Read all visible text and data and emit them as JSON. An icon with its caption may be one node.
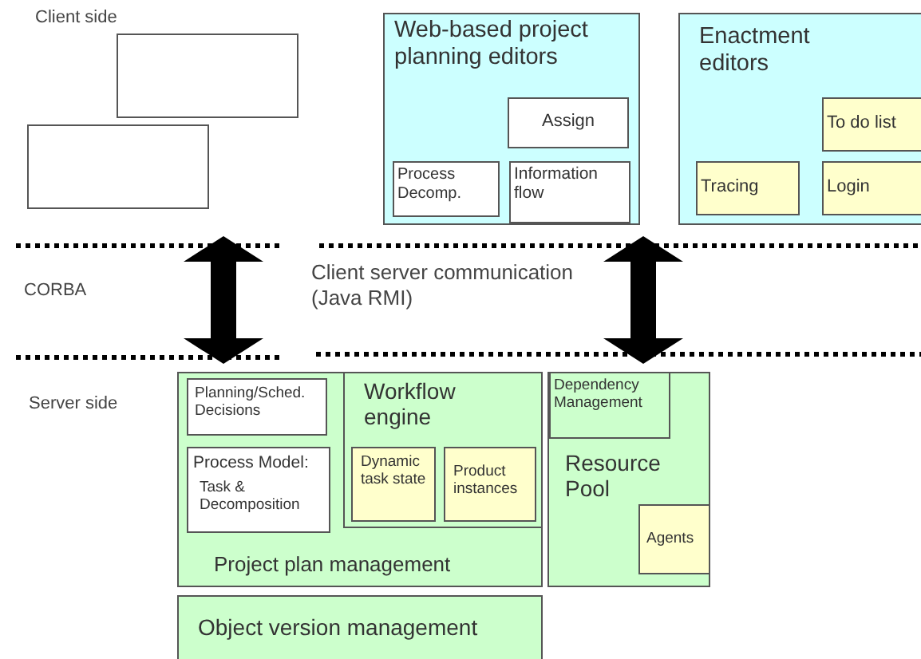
{
  "diagram": {
    "nodes": [
      {
        "text": [],
        "shape": "box"
      },
      {
        "text": [],
        "shape": "box"
      },
      {
        "text": [
          "Web-based project planning editors"
        ]
      },
      {
        "text": [
          "Assign"
        ],
        "in": 2
      },
      {
        "text": [
          "Process Decomp."
        ],
        "in": 2
      },
      {
        "text": [
          "Information flow"
        ],
        "in": 2
      },
      {
        "text": [
          "Enactment editors"
        ]
      },
      {
        "text": [
          "To do list"
        ],
        "in": 6
      },
      {
        "text": [
          "Tracing"
        ],
        "in": 6
      },
      {
        "text": [
          "Login"
        ],
        "in": 6
      },
      {
        "text": [
          "Project plan management"
        ]
      },
      {
        "text": [
          "Planning/Sched. Decisions"
        ],
        "in": 10
      },
      {
        "text": [
          "Process Model:",
          "Task & Decomposition"
        ],
        "in": 10
      },
      {
        "text": [
          "Workflow engine"
        ],
        "in": 10
      },
      {
        "text": [
          "Dynamic task state"
        ],
        "in": 13
      },
      {
        "text": [
          "Product instances"
        ],
        "in": 13
      },
      {
        "text": [
          "Resource Pool"
        ]
      },
      {
        "text": [
          "Dependency Management"
        ],
        "in": 16
      },
      {
        "text": [
          "Agents"
        ],
        "in": 16
      },
      {
        "text": [
          "Object version management"
        ]
      }
    ],
    "edges": [
      {
        "from": 1,
        "to": 10,
        "arrow": "both"
      },
      {
        "from": 2,
        "to": 16,
        "arrow": "both"
      }
    ],
    "labels": [
      "Client side",
      "CORBA",
      "Client server communication (Java RMI)",
      "Server side"
    ]
  }
}
